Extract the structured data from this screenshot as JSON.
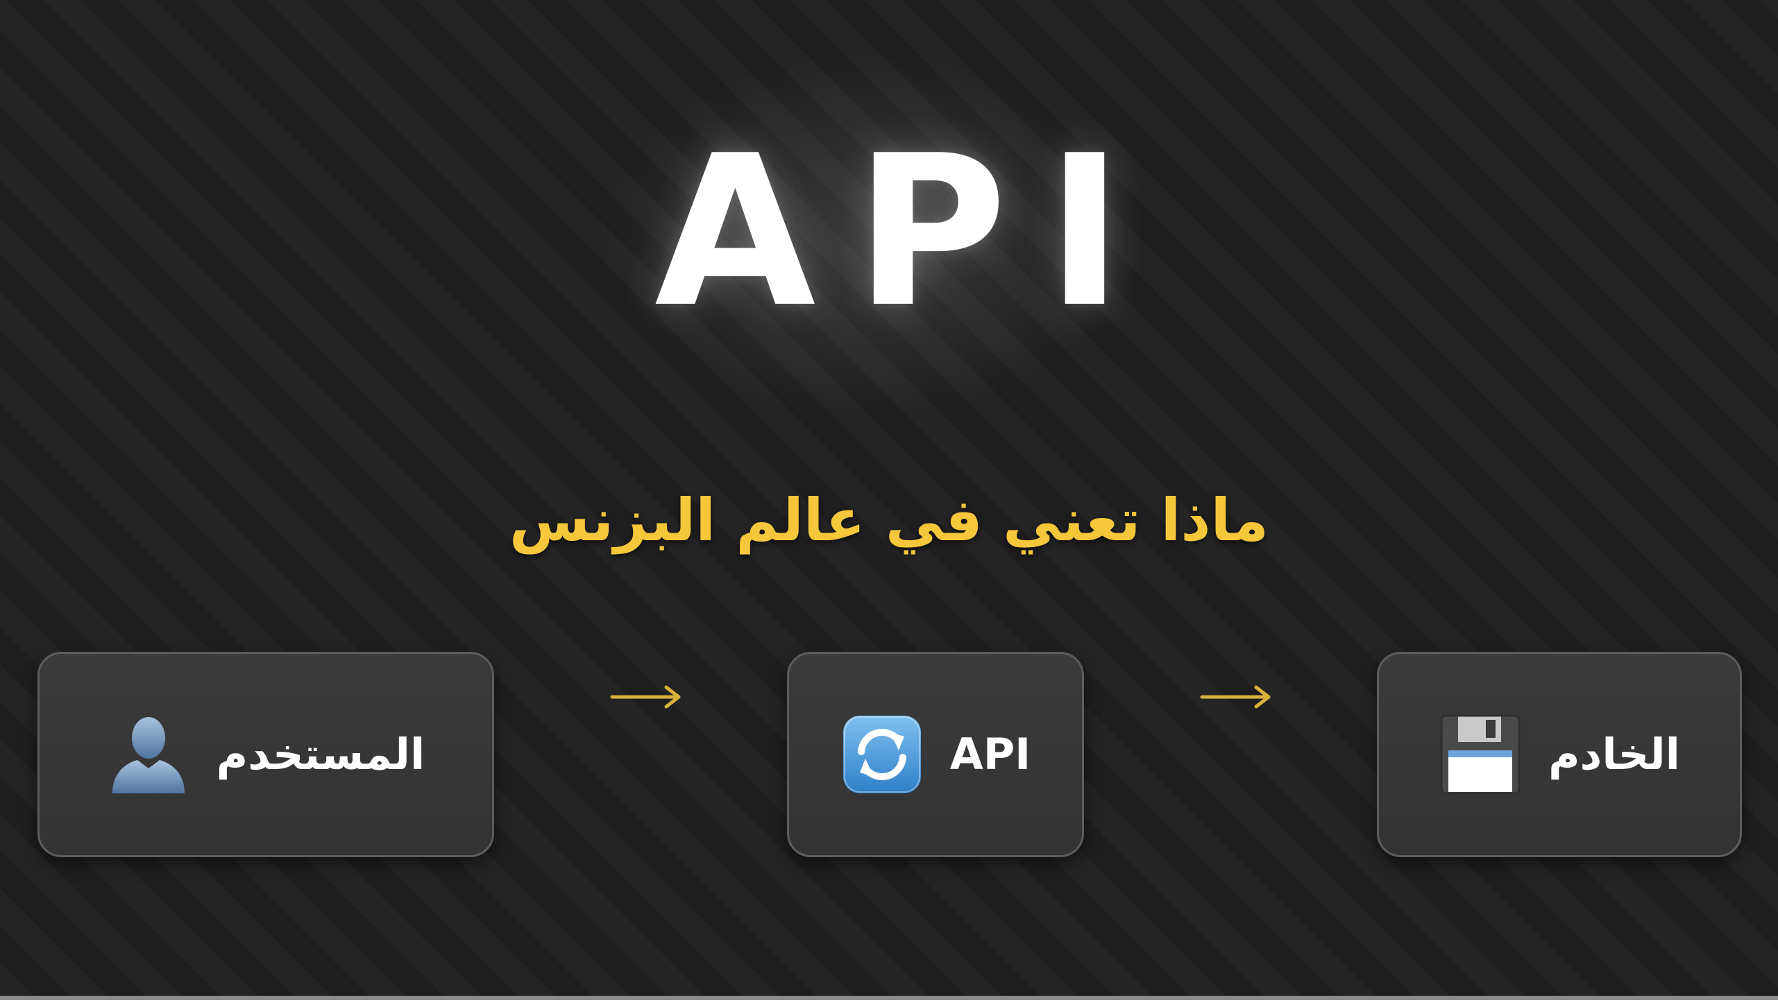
{
  "slide": {
    "title": "API",
    "subtitle": "ماذا تعني في عالم البزنس"
  },
  "flow": {
    "user": {
      "label": "المستخدم",
      "icon": "user-silhouette-icon"
    },
    "api": {
      "label": "API",
      "icon": "refresh-arrows-icon"
    },
    "server": {
      "label": "الخادم",
      "icon": "floppy-disk-icon"
    },
    "arrow": "→"
  },
  "colors": {
    "background": "#1e1e1e",
    "title": "#ffffff",
    "subtitle": "#f6c73a",
    "arrow": "#d9b23a",
    "card_border": "#5d5d5d"
  }
}
